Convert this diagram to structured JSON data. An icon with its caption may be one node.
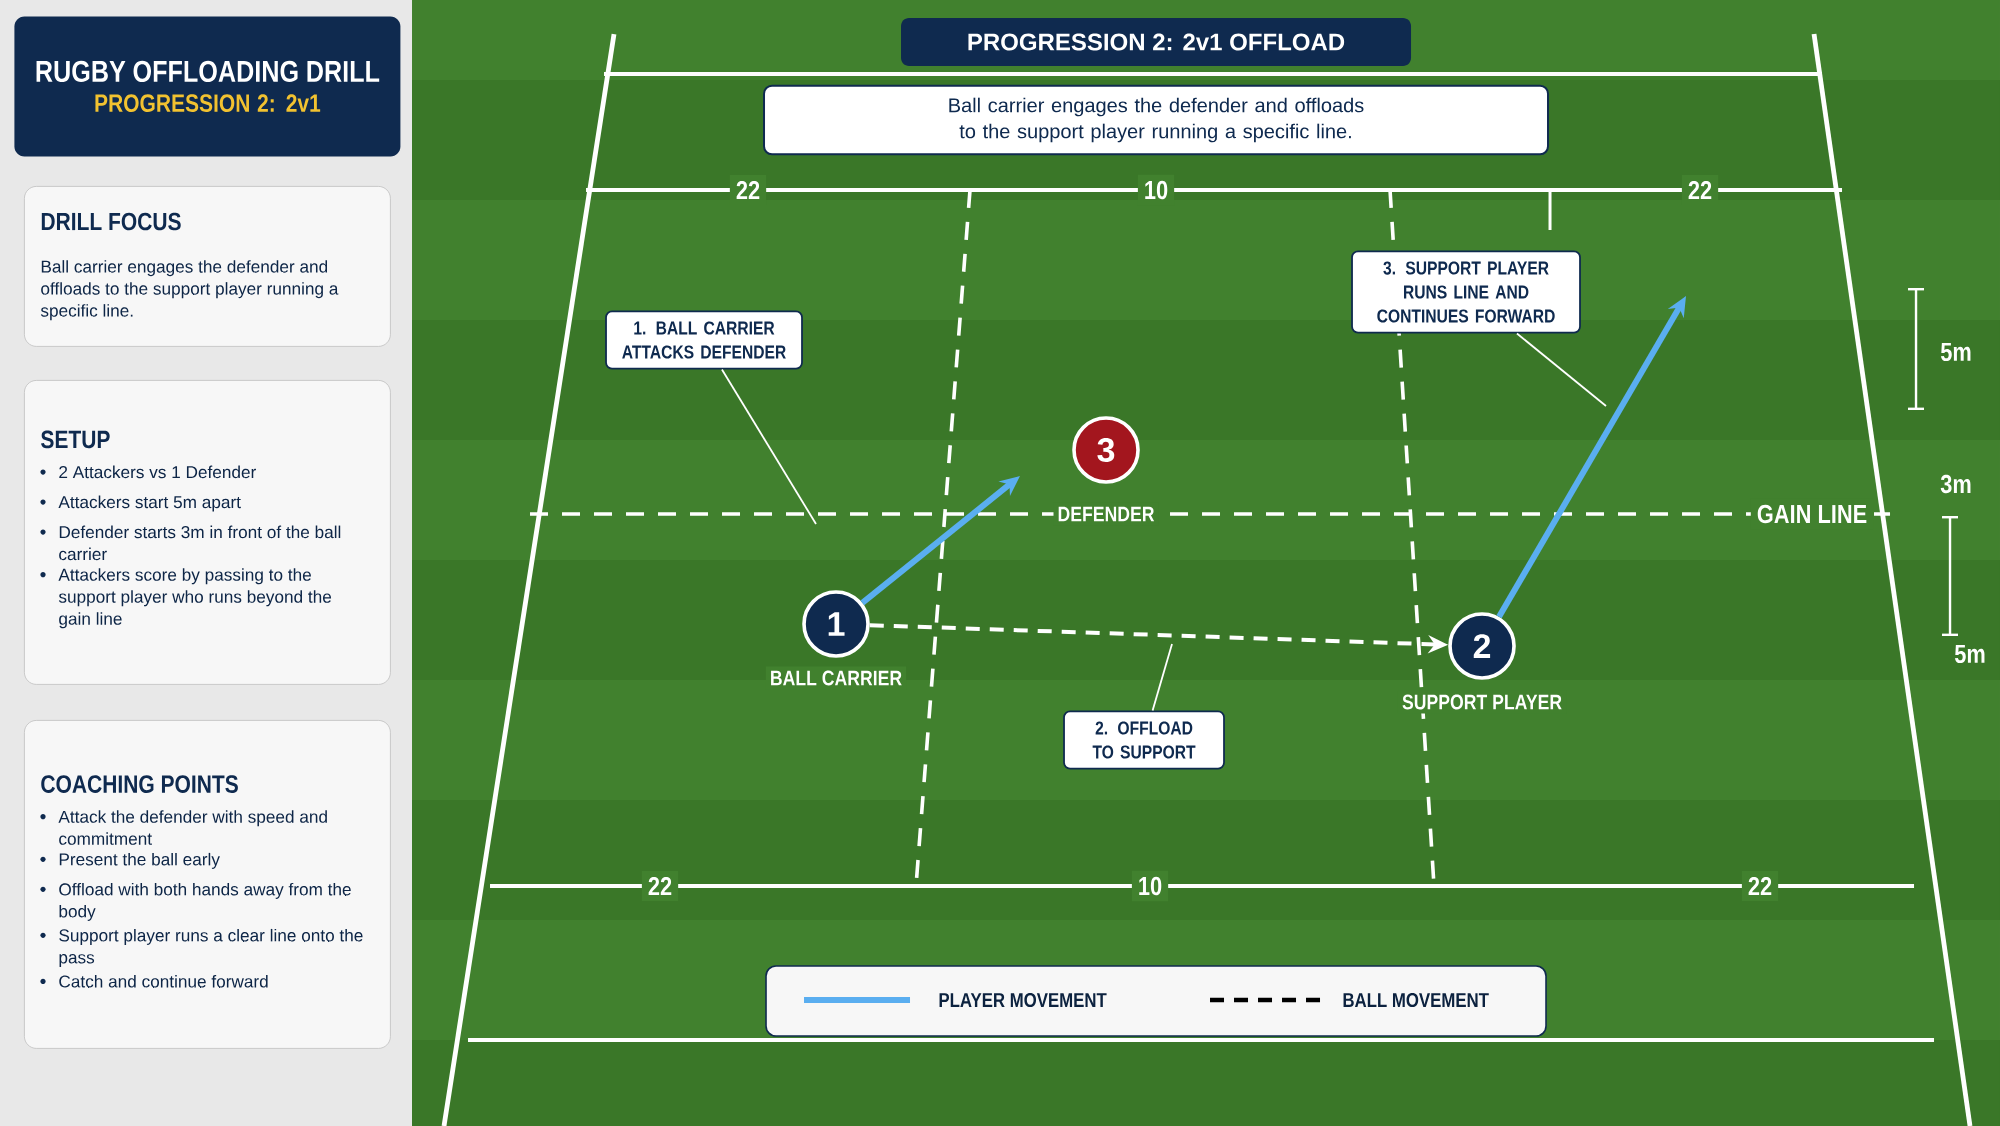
{
  "diagram": {
    "nodes": [
      {
        "text": [
          "RUGBY OFFLOADING DRILL",
          "PROGRESSION 2: 2v1"
        ]
      },
      {
        "text": [
          "DRILL FOCUS",
          "Ball carrier engages the defender and offloads to the support player running a specific line."
        ]
      },
      {
        "text": [
          "SETUP",
          "2 Attackers vs 1 Defender",
          "Attackers start 5m apart",
          "Defender starts 3m in front of the ball carrier",
          "Attackers score by passing to the support player who runs beyond the gain line"
        ]
      },
      {
        "text": [
          "COACHING POINTS",
          "Attack the defender with speed and commitment",
          "Present the ball early",
          "Offload with both hands away from the body",
          "Support player runs a clear line onto the pass",
          "Catch and continue forward"
        ]
      },
      {
        "text": [
          "PROGRESSION 2: 2v1 OFFLOAD"
        ]
      },
      {
        "text": [
          "Ball carrier engages the defender and offloads to the support player running a specific line."
        ]
      },
      {
        "text": [
          "1"
        ],
        "beside": [
          "BALL CARRIER"
        ]
      },
      {
        "text": [
          "3"
        ],
        "beside": [
          "DEFENDER"
        ]
      },
      {
        "text": [
          "2"
        ],
        "beside": [
          "SUPPORT PLAYER"
        ]
      },
      {
        "text": [
          "1. BALL CARRIER ATTACKS DEFENDER"
        ]
      },
      {
        "text": [
          "2. OFFLOAD TO SUPPORT"
        ]
      },
      {
        "text": [
          "3. SUPPORT PLAYER RUNS LINE AND CONTINUES FORWARD"
        ]
      }
    ],
    "edges": [
      {
        "from": 6,
        "to": null,
        "arrow": "to",
        "style": "thick",
        "color": "#5aaef0"
      },
      {
        "from": 6,
        "to": 8,
        "arrow": "to",
        "style": "dashed"
      },
      {
        "from": 8,
        "to": null,
        "arrow": "to",
        "style": "thick",
        "color": "#5aaef0"
      },
      {
        "from": 9,
        "to": null,
        "arrow": "none"
      },
      {
        "from": 10,
        "to": null,
        "arrow": "none"
      },
      {
        "from": 11,
        "to": null,
        "arrow": "none"
      }
    ],
    "labels": [
      "22",
      "10",
      "22",
      "22",
      "10",
      "22",
      "GAIN LINE",
      "5m",
      "3m",
      "5m"
    ],
    "legend": [
      {
        "text": "PLAYER MOVEMENT"
      },
      {
        "text": "BALL MOVEMENT"
      }
    ]
  }
}
